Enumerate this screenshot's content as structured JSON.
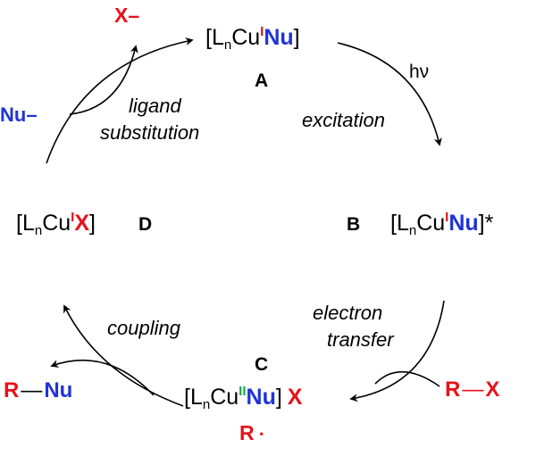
{
  "colors": {
    "red": "#e8111a",
    "blue": "#1f33d6",
    "green": "#1aa64a",
    "black": "#000000"
  },
  "complex_A": {
    "open": "[L",
    "sub": "n",
    "metal": "Cu",
    "ox": "I",
    "ligand": "Nu",
    "close": "]"
  },
  "label_A": "A",
  "complex_B": {
    "open": "[L",
    "sub": "n",
    "metal": "Cu",
    "ox": "I",
    "ligand": "Nu",
    "close": "]*"
  },
  "label_B": "B",
  "complex_C": {
    "open": "[L",
    "sub": "n",
    "metal": "Cu",
    "ox": "II",
    "ligand": "Nu",
    "close": "]",
    "counter": "X"
  },
  "label_C": "C",
  "complex_D": {
    "open": "[L",
    "sub": "n",
    "metal": "Cu",
    "ox": "I",
    "ligand": "X",
    "close": "]"
  },
  "label_D": "D",
  "reagents": {
    "x_minus": "X–",
    "nu_minus": "Nu–",
    "r_x": {
      "r": "R",
      "bond": "—",
      "x": "X"
    },
    "r_nu": {
      "r": "R",
      "bond": "—",
      "nu": "Nu"
    },
    "radical": {
      "r": "R",
      "dot": "•"
    }
  },
  "steps": {
    "hv": "hν",
    "excitation": "excitation",
    "ligand_1": "ligand",
    "ligand_2": "substitution",
    "electron_1": "electron",
    "electron_2": "transfer",
    "coupling": "coupling"
  }
}
